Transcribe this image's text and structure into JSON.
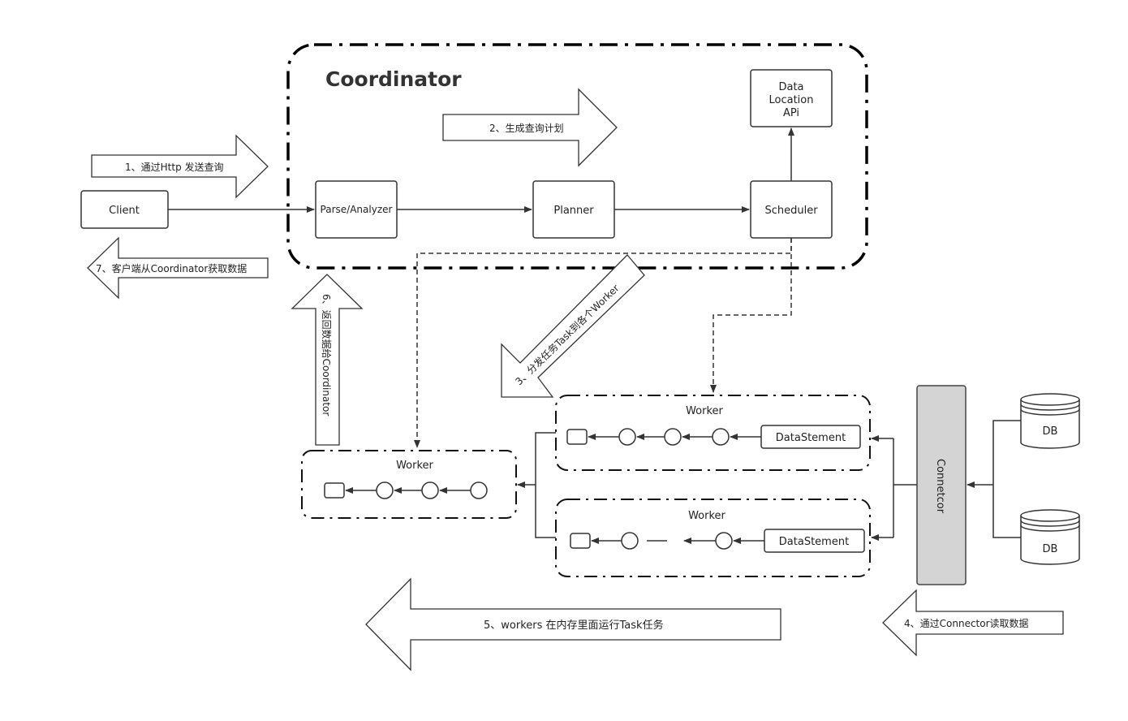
{
  "coordinator": {
    "title": "Coordinator",
    "parse_label": "Parse/Analyzer",
    "planner_label": "Planner",
    "scheduler_label": "Scheduler",
    "data_location_lines": [
      "Data",
      "Location",
      "APi"
    ]
  },
  "client_label": "Client",
  "steps": {
    "step1": "1、通过Http 发送查询",
    "step2": "2、生成查询计划",
    "step3": "3、分发任务Task到各个Worker",
    "step4": "4、通过Connector读取数据",
    "step5": "5、workers 在内存里面运行Task任务",
    "step6": "6、返回数据给Coordinator",
    "step7": "7、客户端从Coordinator获取数据"
  },
  "workers": {
    "left_title": "Worker",
    "top_title": "Worker",
    "bottom_title": "Worker",
    "datastatement_label": "DataStement"
  },
  "connector_label": "Connetcor",
  "db_labels": [
    "DB",
    "DB"
  ]
}
